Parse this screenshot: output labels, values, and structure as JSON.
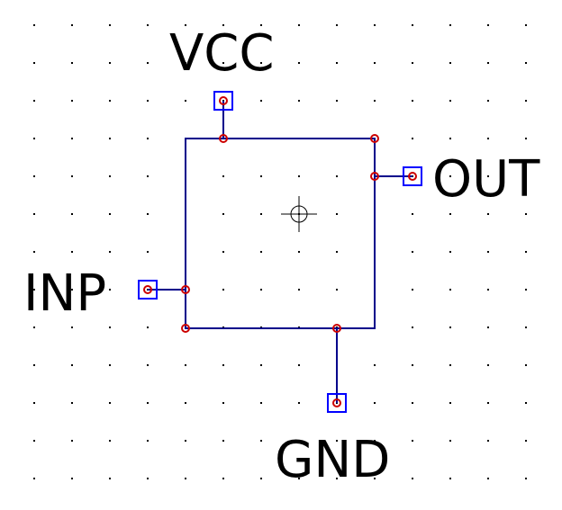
{
  "colors": {
    "background": "#ffffff",
    "grid_dot": "#000000",
    "wire": "#00008b",
    "pin_box": "#0000ff",
    "junction": "#cc0000",
    "label": "#000000",
    "crosshair": "#000000"
  },
  "component": {
    "pins": [
      {
        "id": "vcc",
        "label": "VCC"
      },
      {
        "id": "out",
        "label": "OUT"
      },
      {
        "id": "inp",
        "label": "INP"
      },
      {
        "id": "gnd",
        "label": "GND"
      }
    ]
  }
}
